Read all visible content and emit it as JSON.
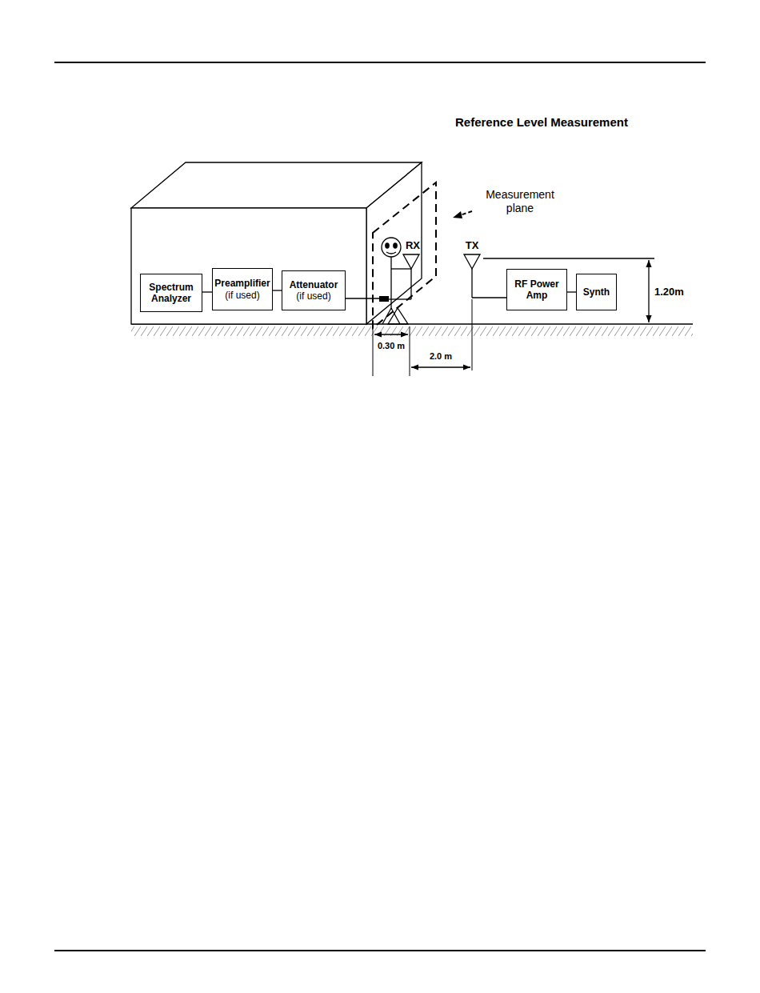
{
  "diagram": {
    "title": "Reference Level Measurement",
    "nodes": [
      {
        "text": [
          "Spectrum Analyzer"
        ]
      },
      {
        "text": [
          "Preamplifier",
          "(if used)"
        ]
      },
      {
        "text": [
          "Attenuator",
          "(if used)"
        ]
      },
      {
        "text": [
          "RF Power Amp"
        ]
      },
      {
        "text": [
          "Synth"
        ]
      }
    ],
    "edges": [
      {
        "from": 0,
        "to": 1,
        "arrow": "none"
      },
      {
        "from": 1,
        "to": 2,
        "arrow": "none"
      },
      {
        "from": 3,
        "to": 4,
        "arrow": "none"
      }
    ],
    "labels": [
      "Measurement plane",
      "RX",
      "TX",
      "1.20m",
      "0.30 m",
      "2.0 m"
    ]
  }
}
